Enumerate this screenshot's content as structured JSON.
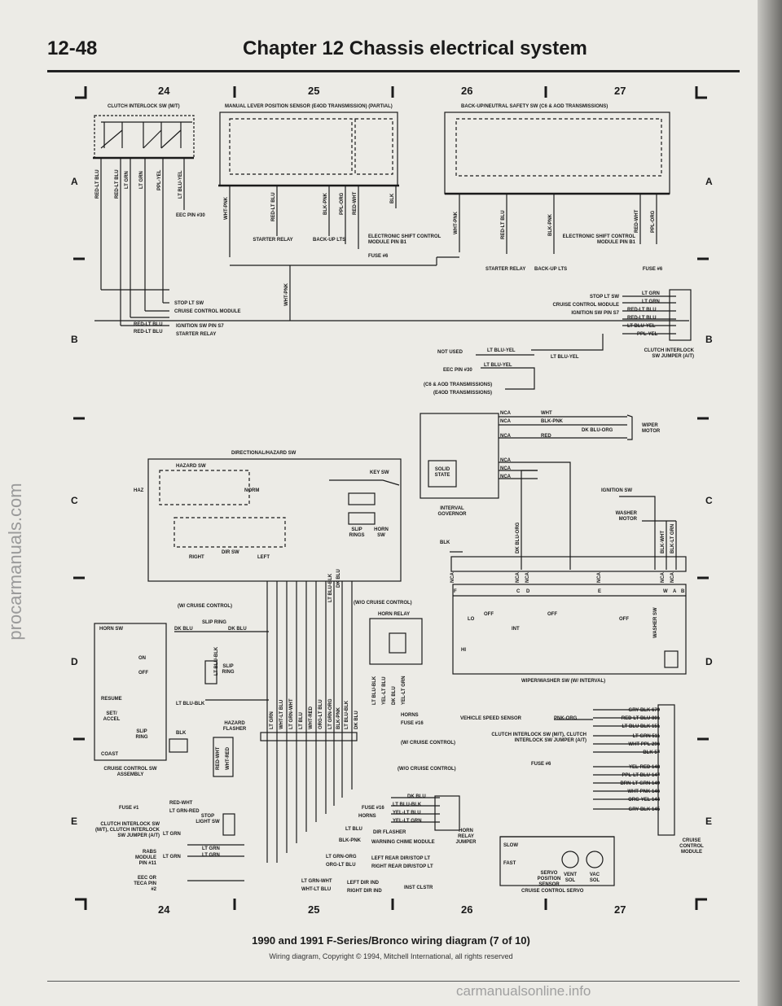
{
  "header": {
    "page_number": "12-48",
    "chapter_title": "Chapter 12  Chassis electrical system"
  },
  "grid": {
    "columns_top": [
      "24",
      "25",
      "26",
      "27"
    ],
    "columns_bottom": [
      "24",
      "25",
      "26",
      "27"
    ],
    "rows_left": [
      "A",
      "B",
      "C",
      "D",
      "E"
    ],
    "rows_right": [
      "A",
      "B",
      "C",
      "D",
      "E"
    ]
  },
  "sections": {
    "clutch_interlock_title": "CLUTCH INTERLOCK SW (M/T)",
    "manual_lever_title": "MANUAL LEVER POSITION SENSOR (E4OD TRANSMISSION) (PARTIAL)",
    "backup_neutral_title": "BACK-UP/NEUTRAL SAFETY SW (C6 & AOD TRANSMISSIONS)",
    "directional_title": "DIRECTIONAL/HAZARD SW",
    "wiper_washer_title": "WIPER/WASHER SW (W/ INTERVAL)",
    "cruise_servo_title": "CRUISE CONTROL SERVO",
    "cruise_assembly_title": "CRUISE CONTROL SW ASSEMBLY"
  },
  "labels": {
    "eec_pin30": "EEC PIN #30",
    "starter_relay": "STARTER RELAY",
    "backup_lts": "BACK-UP LTS",
    "ecm_pin_b1": "ELECTRONIC SHIFT CONTROL MODULE PIN B1",
    "fuse6": "FUSE #6",
    "stop_lt_sw": "STOP LT SW",
    "cruise_control_module": "CRUISE CONTROL MODULE",
    "ignition_sw_pin_s7": "IGNITION SW PIN S7",
    "starter_relay_b": "STARTER RELAY",
    "stop_lt_sw_r": "STOP LT SW",
    "cruise_control_module_r": "CRUISE CONTROL MODULE",
    "ignition_sw_pin_s7_r": "IGNITION SW PIN S7",
    "not_used": "NOT USED",
    "eec_pin30_b": "EEC PIN #30",
    "c6_aod": "(C6 & AOD TRANSMISSIONS)",
    "e4od": "(E4OD TRANSMISSIONS)",
    "clutch_interlock_jumper": "CLUTCH INTERLOCK SW JUMPER (A/T)",
    "wiper_motor": "WIPER MOTOR",
    "solid_state": "SOLID STATE",
    "interval_governor": "INTERVAL GOVERNOR",
    "ignition_sw": "IGNITION SW",
    "washer_motor": "WASHER MOTOR",
    "hazard_sw": "HAZARD SW",
    "haz": "HAZ",
    "norm": "NORM",
    "key_sw": "KEY SW",
    "slip_rings": "SLIP RINGS",
    "horn_sw": "HORN SW",
    "right": "RIGHT",
    "dir_sw": "DIR SW",
    "left": "LEFT",
    "w_cruise_control": "(W/ CRUISE CONTROL)",
    "slip_ring": "SLIP RING",
    "wo_cruise_control": "(W/O CRUISE CONTROL)",
    "horn_relay": "HORN RELAY",
    "horn_sw_d": "HORN SW",
    "on": "ON",
    "off": "OFF",
    "resume": "RESUME",
    "set_accel": "SET/ ACCEL",
    "slip_ring_d": "SLIP RING",
    "coast": "COAST",
    "slip_ring_d2": "SLIP RING",
    "hazard_flasher": "HAZARD FLASHER",
    "horns": "HORNS",
    "fuse16": "FUSE #16",
    "vehicle_speed_sensor": "VEHICLE SPEED SENSOR",
    "clutch_interlock_e": "CLUTCH INTERLOCK SW (M/T), CLUTCH INTERLOCK SW JUMPER (A/T)",
    "fuse6_e": "FUSE #6",
    "w_cruise_control_e": "(W/ CRUISE CONTROL)",
    "wo_cruise_control_e": "(W/O CRUISE CONTROL)",
    "fuse1": "FUSE #1",
    "fuse16_e": "FUSE #16",
    "horns_e": "HORNS",
    "horn_relay_jumper": "HORN RELAY JUMPER",
    "cruise_control_module_e": "CRUISE CONTROL MODULE",
    "clutch_interlock_left": "CLUTCH INTERLOCK SW (M/T), CLUTCH INTERLOCK SW JUMPER (A/T)",
    "stop_light_sw": "STOP LIGHT SW",
    "dir_flasher": "DIR FLASHER",
    "warning_chime": "WARNING CHIME MODULE",
    "rabs_module": "RABS MODULE PIN #11",
    "left_rear": "LEFT REAR DIR/STOP LT",
    "right_rear": "RIGHT REAR DIR/STOP LT",
    "eec_or_teca": "EEC OR TECA PIN #2",
    "left_dir_ind": "LEFT DIR IND",
    "right_dir_ind": "RIGHT DIR IND",
    "inst_clstr": "INST CLSTR",
    "slow": "SLOW",
    "fast": "FAST",
    "servo_pos": "SERVO POSITION SENSOR",
    "vent_sol": "VENT SOL",
    "vac_sol": "VAC SOL",
    "lo": "LO",
    "off_w": "OFF",
    "int": "INT",
    "off_w2": "OFF",
    "hi": "HI",
    "off_w3": "OFF",
    "washer_sw": "WASHER SW",
    "clutch_interlock_b": "CLUTCH INTERLOCK SW JUMPER (A/T)",
    "letters_fcd": "F",
    "letter_c": "C",
    "letter_d": "D",
    "letter_e": "E",
    "letter_w": "W",
    "letter_a": "A",
    "letter_b": "B",
    "nca1": "NCA",
    "nca2": "NCA",
    "nca3": "NCA",
    "nca4": "NCA",
    "nca5": "NCA",
    "nca6": "NCA",
    "wht": "WHT",
    "blk_pnk": "BLK-PNK",
    "red": "RED",
    "blk": "BLK",
    "dk_blu_org": "DK BLU-ORG"
  },
  "wire_colors": {
    "clutch_vertical": [
      "RED-LT BLU",
      "RED-LT BLU",
      "LT GRN",
      "LT GRN",
      "PPL-YEL",
      "LT BLU-YEL"
    ],
    "manual_lever_vertical": [
      "WHT-PNK",
      "RED-LT BLU",
      "BLK-PNK",
      "PPL-ORG",
      "RED-WHT",
      "BLK"
    ],
    "backup_vertical": [
      "WHT-PNK",
      "RED-LT BLU",
      "BLK-PNK",
      "RED-WHT",
      "PPL-ORG"
    ],
    "right_b": [
      "LT GRN",
      "LT GRN",
      "RED-LT BLU",
      "RED-LT BLU",
      "LT BLU-YEL",
      "PPL-YEL"
    ],
    "left_b": [
      "RED-LT BLU",
      "RED-LT BLU"
    ],
    "eec_b": [
      "LT BLU-YEL",
      "LT BLU-YEL",
      "LT BLU-YEL"
    ],
    "mid_c": [
      "LT BLU-BLK",
      "DK BLU"
    ],
    "wiper_c": [
      "DK BLU-ORG",
      "BLK-WHT",
      "BLK-LT GRN"
    ],
    "wiper_bottom": [
      "NCA",
      "NCA",
      "NCA",
      "NCA",
      "NCA",
      "NCA"
    ],
    "horn_d": [
      "DK BLU",
      "DK BLU"
    ],
    "steer_d": [
      "LT BLU-BLK",
      "LT BLU-BLK"
    ],
    "harness_d": [
      "LT GRN",
      "WHT-LT BLU",
      "LT GRN-WHT",
      "LT BLU",
      "WHT-RED",
      "ORG-LT BLU",
      "LT GRN-ORG",
      "BLK-PNK",
      "LT BLU-BLK",
      "DK BLU"
    ],
    "relay_d": [
      "LT BLU-BLK",
      "YEL-LT BLU",
      "DK BLU",
      "YEL-LT GRN"
    ],
    "cruise_module_r": [
      "GRY-BLK 679",
      "RED-LT BLU 801",
      "LT BLU BLK 151",
      "LT GRN 511",
      "WHT-PPL 296",
      "BLK 57",
      "YEL-RED 148",
      "PPL-LT BLU-147",
      "BRN-LT GRN 149",
      "WHT-PNK 146",
      "ORG-YEL 144",
      "GRY-BLK 145"
    ],
    "pnk_org": "PNK-ORG",
    "hazard_e": [
      "RED-WHT",
      "WHT-RED"
    ],
    "fuse1_e": [
      "RED-WHT",
      "LT GRN-RED"
    ],
    "horn_e": [
      "DK BLU",
      "LT BLU-BLK",
      "YEL-LT BLU",
      "YEL-LT GRN"
    ],
    "left_e": [
      "LT GRN",
      "LT GRN",
      "LT GRN",
      "LT GRN"
    ],
    "dir_e": [
      "LT BLU",
      "BLK-PNK",
      "LT GRN-ORG",
      "ORG-LT BLU",
      "LT GRN-WHT",
      "WHT-LT BLU"
    ],
    "dk_blu_d": "DK BLU",
    "lt_blu_blk_d": "LT BLU-BLK",
    "blk_d": "BLK"
  },
  "caption": {
    "title": "1990 and 1991 F-Series/Bronco wiring diagram (7 of 10)",
    "copyright": "Wiring diagram, Copyright © 1994, Mitchell International, all rights reserved"
  },
  "watermarks": {
    "left": "procarmanuals.com",
    "bottom": "carmanualsonline.info"
  },
  "colors": {
    "ink": "#1a1a1a",
    "paper": "#ecebe6"
  }
}
